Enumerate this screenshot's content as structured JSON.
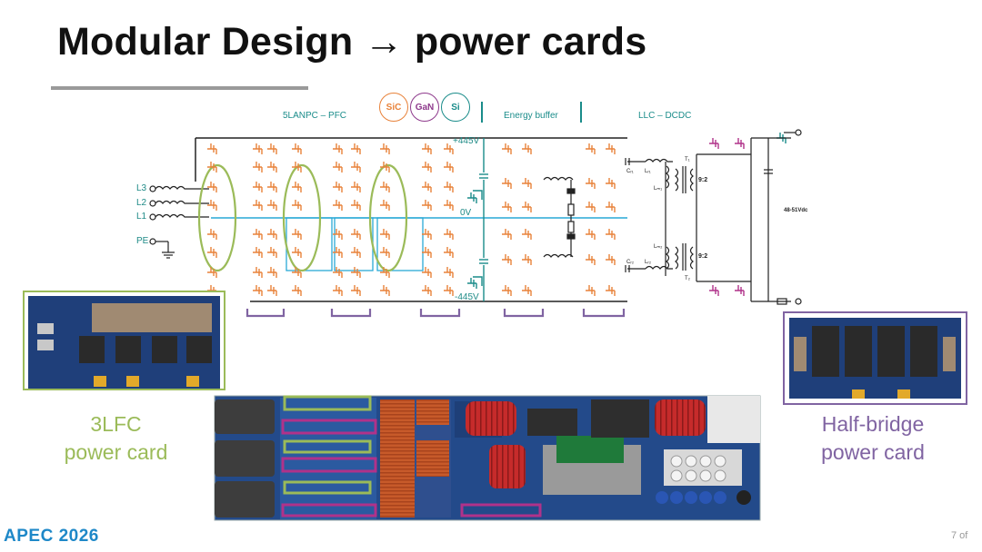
{
  "slide": {
    "title": "Modular Design → power cards",
    "page_number": "7 of",
    "footer_logo": "APEC 2026"
  },
  "badges": [
    {
      "text": "SiC",
      "color": "#e8823a"
    },
    {
      "text": "GaN",
      "color": "#8e3a8c"
    },
    {
      "text": "Si",
      "color": "#1a8c8a"
    }
  ],
  "sections": {
    "pfc": "5LANPC – PFC",
    "buffer": "Energy buffer",
    "dcdc": "LLC – DCDC"
  },
  "schematic": {
    "inputs": [
      "L3",
      "L2",
      "L1",
      "PE"
    ],
    "v_pos": "+445V",
    "v_zero": "0V",
    "v_neg": "-445V",
    "output": "48-51Vdc",
    "ratio_top": "9:2",
    "ratio_bot": "9:2",
    "cr1": "Cᵣ₁",
    "lr1": "Lᵣ₁",
    "lm1": "Lₘ₁",
    "cr2": "Cᵣ₂",
    "lr2": "Lᵣ₂",
    "lm2": "Lₘ₂",
    "t1": "T₁",
    "t2": "T₂"
  },
  "captions": {
    "left_line1": "3LFC",
    "left_line2": "power card",
    "right_line1": "Half-bridge",
    "right_line2": "power card"
  },
  "colors": {
    "green": "#9bbb59",
    "purple": "#8064a2",
    "orange": "#e8823a",
    "teal": "#1a8c8a",
    "cyan": "#29a9d6",
    "magenta": "#b0328a"
  }
}
